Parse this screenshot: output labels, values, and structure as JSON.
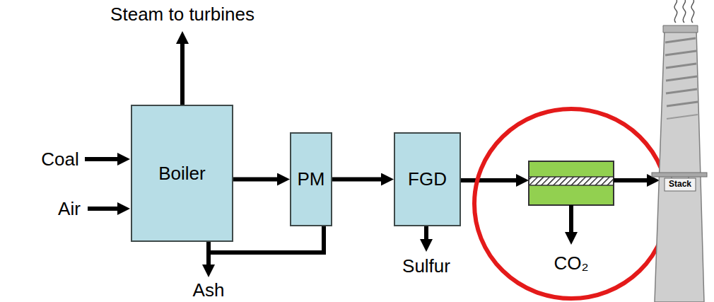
{
  "diagram": {
    "nodes": [
      {
        "text": [
          "Boiler"
        ]
      },
      {
        "text": [
          "PM"
        ]
      },
      {
        "text": [
          "FGD"
        ]
      }
    ],
    "edges": [
      {
        "from": 0,
        "to": 1,
        "arrow": "to"
      },
      {
        "from": 1,
        "to": 2,
        "arrow": "to"
      }
    ],
    "labels": [
      "Steam to turbines",
      "Coal",
      "Air",
      "Ash",
      "Sulfur",
      "CO₂",
      "Stack"
    ]
  }
}
